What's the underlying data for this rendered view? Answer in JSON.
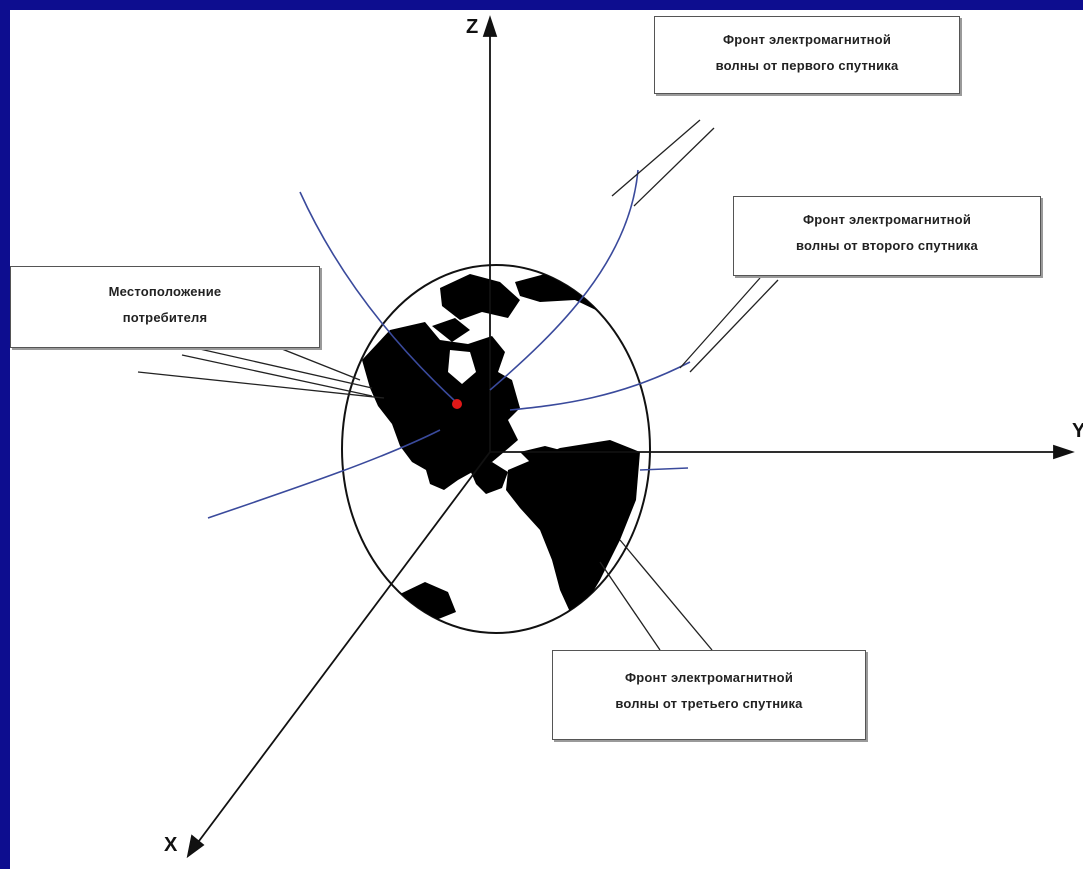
{
  "axes": {
    "z": "Z",
    "y": "Y",
    "x": "X"
  },
  "callouts": {
    "first": {
      "line1": "Фронт электромагнитной",
      "line2": "волны от первого спутника"
    },
    "second": {
      "line1": "Фронт электромагнитной",
      "line2": "волны от второго спутника"
    },
    "third": {
      "line1": "Фронт электромагнитной",
      "line2": "волны от третьего спутника"
    },
    "user": {
      "line1": "Местоположение",
      "line2": "потребителя"
    }
  },
  "colors": {
    "background": "#0d0d8f",
    "panel": "#ffffff",
    "wavefront": "#3a4a9c",
    "continents": "#000000",
    "user_marker": "#e01818"
  }
}
